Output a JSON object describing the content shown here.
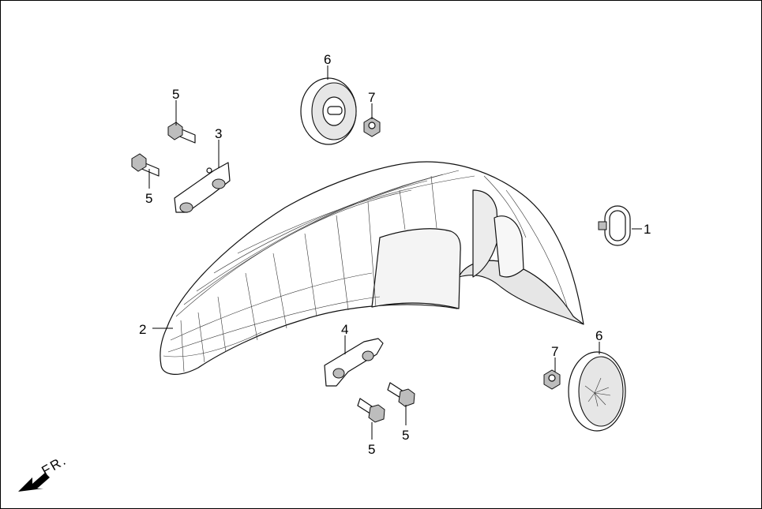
{
  "diagram": {
    "callouts": [
      {
        "id": "c1",
        "label": "1"
      },
      {
        "id": "c2",
        "label": "2"
      },
      {
        "id": "c3",
        "label": "3"
      },
      {
        "id": "c4",
        "label": "4"
      },
      {
        "id": "c5a",
        "label": "5"
      },
      {
        "id": "c5b",
        "label": "5"
      },
      {
        "id": "c5c",
        "label": "5"
      },
      {
        "id": "c5d",
        "label": "5"
      },
      {
        "id": "c6a",
        "label": "6"
      },
      {
        "id": "c6b",
        "label": "6"
      },
      {
        "id": "c7a",
        "label": "7"
      },
      {
        "id": "c7b",
        "label": "7"
      }
    ],
    "direction_label": "FR."
  }
}
